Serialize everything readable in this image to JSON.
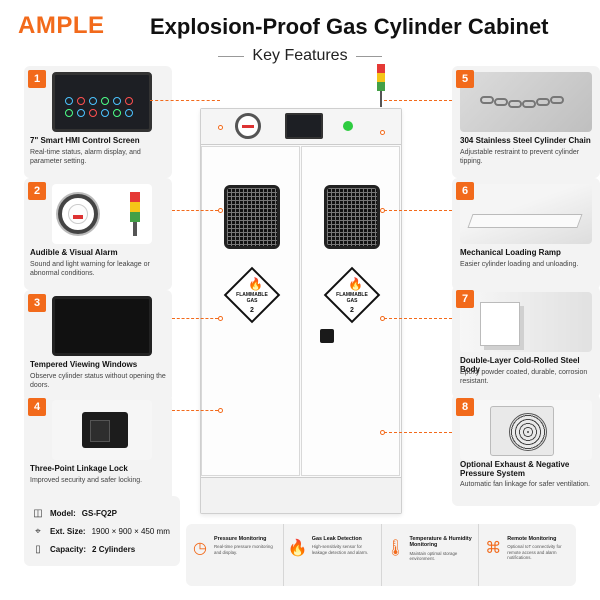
{
  "brand": "AMPLE",
  "title": "Explosion-Proof Gas Cylinder Cabinet",
  "subtitle": "Key Features",
  "colors": {
    "accent": "#f26a1b",
    "button_green": "#2ecc40",
    "flame_red": "#e53935"
  },
  "features_left": [
    {
      "number": "1",
      "title": "7\" Smart HMI Control Screen",
      "desc": "Real-time status, alarm display, and parameter setting.",
      "icon": "hmi-screen-icon"
    },
    {
      "number": "2",
      "title": "Audible & Visual Alarm",
      "desc": "Sound and light warning for leakage or abnormal conditions.",
      "icon": "alarm-icon"
    },
    {
      "number": "3",
      "title": "Tempered Viewing Windows",
      "desc": "Observe cylinder status without opening the doors.",
      "icon": "window-icon"
    },
    {
      "number": "4",
      "title": "Three-Point Linkage Lock",
      "desc": "Improved security and safer locking.",
      "icon": "lock-icon"
    }
  ],
  "features_right": [
    {
      "number": "5",
      "title": "304 Stainless Steel Cylinder Chain",
      "desc": "Adjustable restraint to prevent cylinder tipping.",
      "icon": "chain-icon"
    },
    {
      "number": "6",
      "title": "Mechanical Loading Ramp",
      "desc": "Easier cylinder loading and unloading.",
      "icon": "ramp-icon"
    },
    {
      "number": "7",
      "title": "Double-Layer Cold-Rolled Steel Body",
      "desc": "Epoxy powder coated, durable, corrosion resistant.",
      "icon": "steel-body-icon"
    },
    {
      "number": "8",
      "title": "Optional Exhaust & Negative Pressure System",
      "desc": "Automatic fan linkage for safer ventilation.",
      "icon": "exhaust-fan-icon"
    }
  ],
  "hazard_label": {
    "line1": "FLAMMABLE",
    "line2": "GAS",
    "line3": "2"
  },
  "specs": [
    {
      "label": "Model:",
      "value": "GS-FQ2P",
      "icon": "cube-icon"
    },
    {
      "label": "Ext. Size:",
      "value": "1900 × 900 × 450 mm",
      "icon": "ruler-icon"
    },
    {
      "label": "Capacity:",
      "value": "2 Cylinders",
      "icon": "cylinder-icon"
    }
  ],
  "bottom_features": [
    {
      "title": "Pressure Monitoring",
      "desc": "Real-time pressure monitoring and display.",
      "icon": "pressure-gauge-icon"
    },
    {
      "title": "Gas Leak Detection",
      "desc": "High-sensitivity sensor for leakage detection and alarm.",
      "icon": "flame-icon"
    },
    {
      "title": "Temperature & Humidity Monitoring",
      "desc": "Maintain optimal storage environment.",
      "icon": "thermometer-icon"
    },
    {
      "title": "Remote Monitoring",
      "desc": "Optional IoT connectivity for remote access and alarm notifications.",
      "icon": "wifi-icon"
    }
  ]
}
